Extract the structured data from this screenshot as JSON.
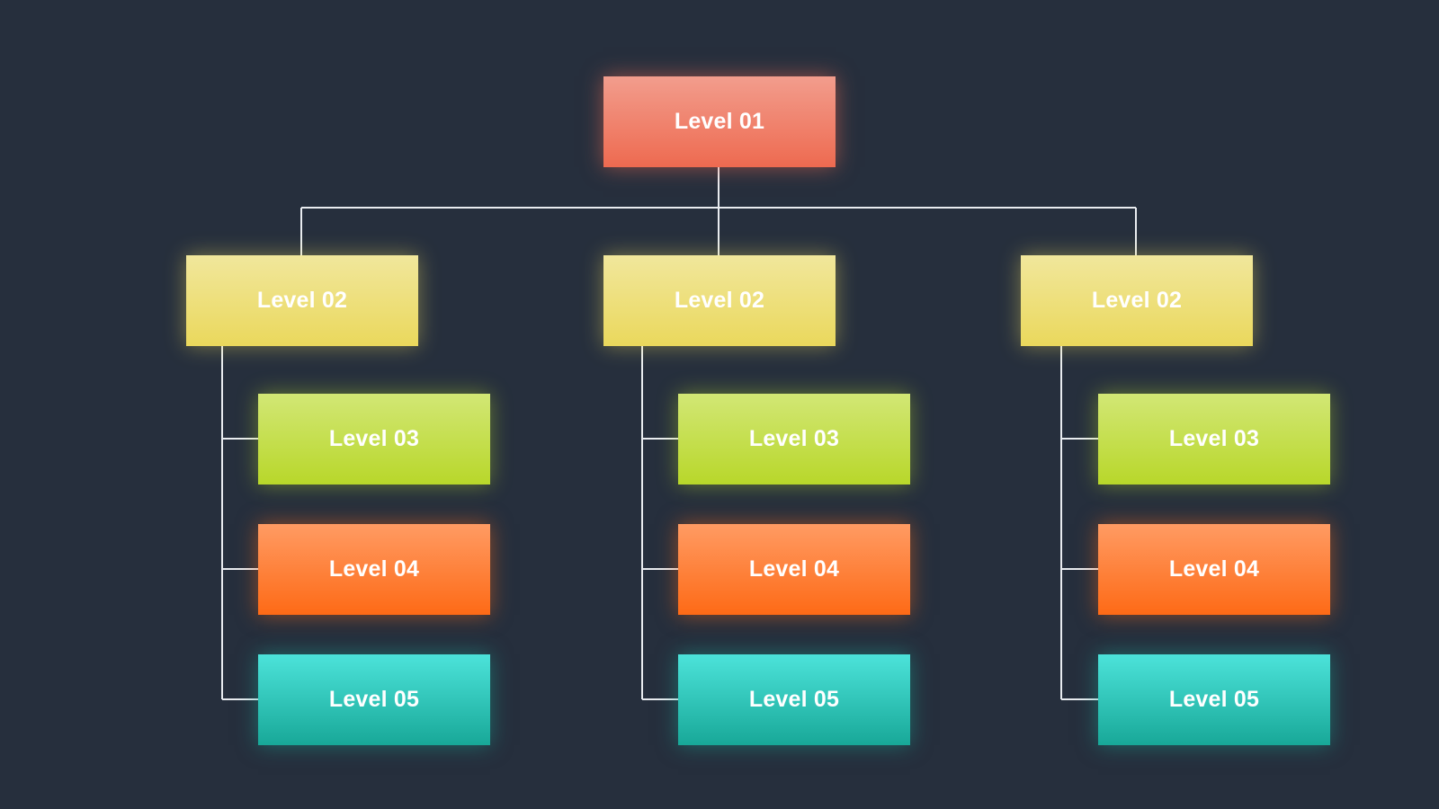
{
  "diagram": {
    "root": {
      "label": "Level 01",
      "color": "#ee6a50"
    },
    "branches": [
      {
        "label": "Level 02",
        "color": "#ead85c",
        "children": [
          {
            "label": "Level 03",
            "color": "#b8d72a"
          },
          {
            "label": "Level 04",
            "color": "#fe6a16"
          },
          {
            "label": "Level 05",
            "color": "#18a898"
          }
        ]
      },
      {
        "label": "Level 02",
        "color": "#ead85c",
        "children": [
          {
            "label": "Level 03",
            "color": "#b8d72a"
          },
          {
            "label": "Level 04",
            "color": "#fe6a16"
          },
          {
            "label": "Level 05",
            "color": "#18a898"
          }
        ]
      },
      {
        "label": "Level 02",
        "color": "#ead85c",
        "children": [
          {
            "label": "Level 03",
            "color": "#b8d72a"
          },
          {
            "label": "Level 04",
            "color": "#fe6a16"
          },
          {
            "label": "Level 05",
            "color": "#18a898"
          }
        ]
      }
    ]
  }
}
